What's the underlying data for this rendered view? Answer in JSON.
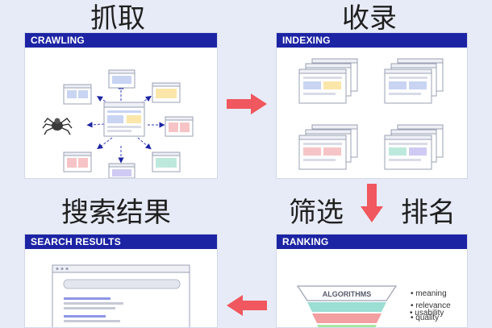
{
  "crawling": {
    "title_cn": "抓取",
    "header": "CRAWLING"
  },
  "indexing": {
    "title_cn": "收录",
    "header": "INDEXING"
  },
  "search_results": {
    "title_cn": "搜索结果",
    "header": "SEARCH RESULTS"
  },
  "ranking": {
    "title_cn_left": "筛选",
    "title_cn_right": "排名",
    "header": "RANKING",
    "funnel_label": "ALGORITHMS",
    "criteria": [
      "• meaning",
      "• relevance",
      "• quality",
      "• usability"
    ]
  },
  "colors": {
    "header_blue": "#1c24a4",
    "arrow_red": "#f0575e",
    "page_blue": "#c9d4f3",
    "page_yellow": "#fbe6a9",
    "page_red": "#f6c4c6",
    "page_green": "#bde9dc",
    "page_purple": "#cfcaf3",
    "funnel_teal": "#9bded3",
    "funnel_red": "#f39ea1",
    "funnel_green": "#a9e6a3",
    "funnel_purple": "#bdb5ee"
  }
}
